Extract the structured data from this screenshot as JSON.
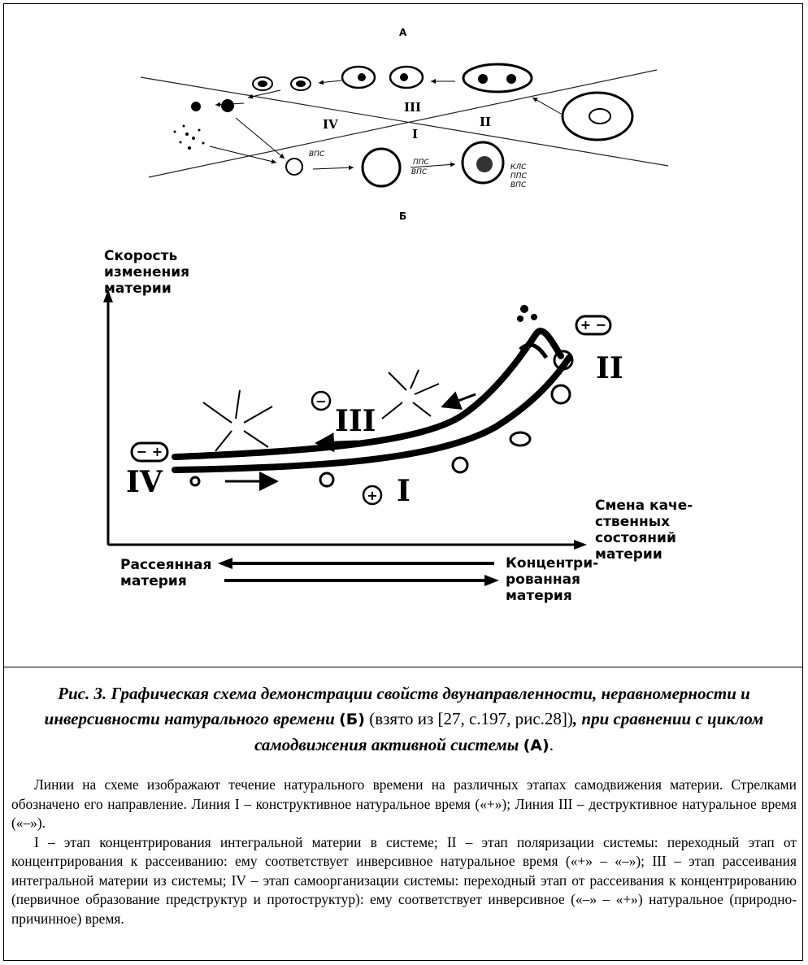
{
  "figure": {
    "label_a": "А",
    "label_b": "Б",
    "panel_a": {
      "stage_labels": [
        "IV",
        "III",
        "I",
        "II"
      ],
      "shell_labels": [
        "ВПС",
        "ППС",
        "ВПС",
        "КЛС",
        "ППС",
        "ВПС"
      ]
    },
    "panel_b": {
      "y_axis_label": [
        "Скорость",
        "изменения",
        "материи"
      ],
      "x_axis_label": [
        "Смена каче-",
        "ственных",
        "состояний",
        "материи"
      ],
      "left_pole": [
        "Рассеянная",
        "материя"
      ],
      "right_pole": [
        "Концентри-",
        "рованная",
        "материя"
      ],
      "stage_labels": {
        "I": "I",
        "II": "II",
        "III": "III",
        "IV": "IV"
      },
      "signs": {
        "plus": "+",
        "minus": "−",
        "plus_minus": "+ −",
        "minus_plus": "− +"
      }
    }
  },
  "caption": {
    "part1": "Рис. 3. Графическая схема демонстрации свойств двунаправленности, неравномерности и инверсивности натурального времени",
    "ref_b": "(Б)",
    "source": " (взято из [27, с.197, рис.28])",
    "part2": ", при сравнении с циклом самодвижения активной системы",
    "ref_a": "(А)",
    "end": "."
  },
  "body": {
    "p1": "Линии на схеме изображают течение натурального времени на различных этапах самодвижения материи. Стрелками обозначено его направление. Линия I – конструктивное натуральное время («+»); Линия III – деструктивное натуральное время («–»).",
    "p2": "I – этап концентрирования интегральной материи в системе; II – этап поляризации системы: переходный этап от концентрирования к рассеиванию: ему соответствует инверсивное натуральное время («+» – «–»); III – этап рассеивания интегральной материи из системы; IV – этап самоорганизации системы: переходный этап от рассеивания к концентрированию (первичное образование предструктур и протоструктур): ему соответствует инверсивное («–» – «+») натуральное (природно-причинное) время."
  }
}
